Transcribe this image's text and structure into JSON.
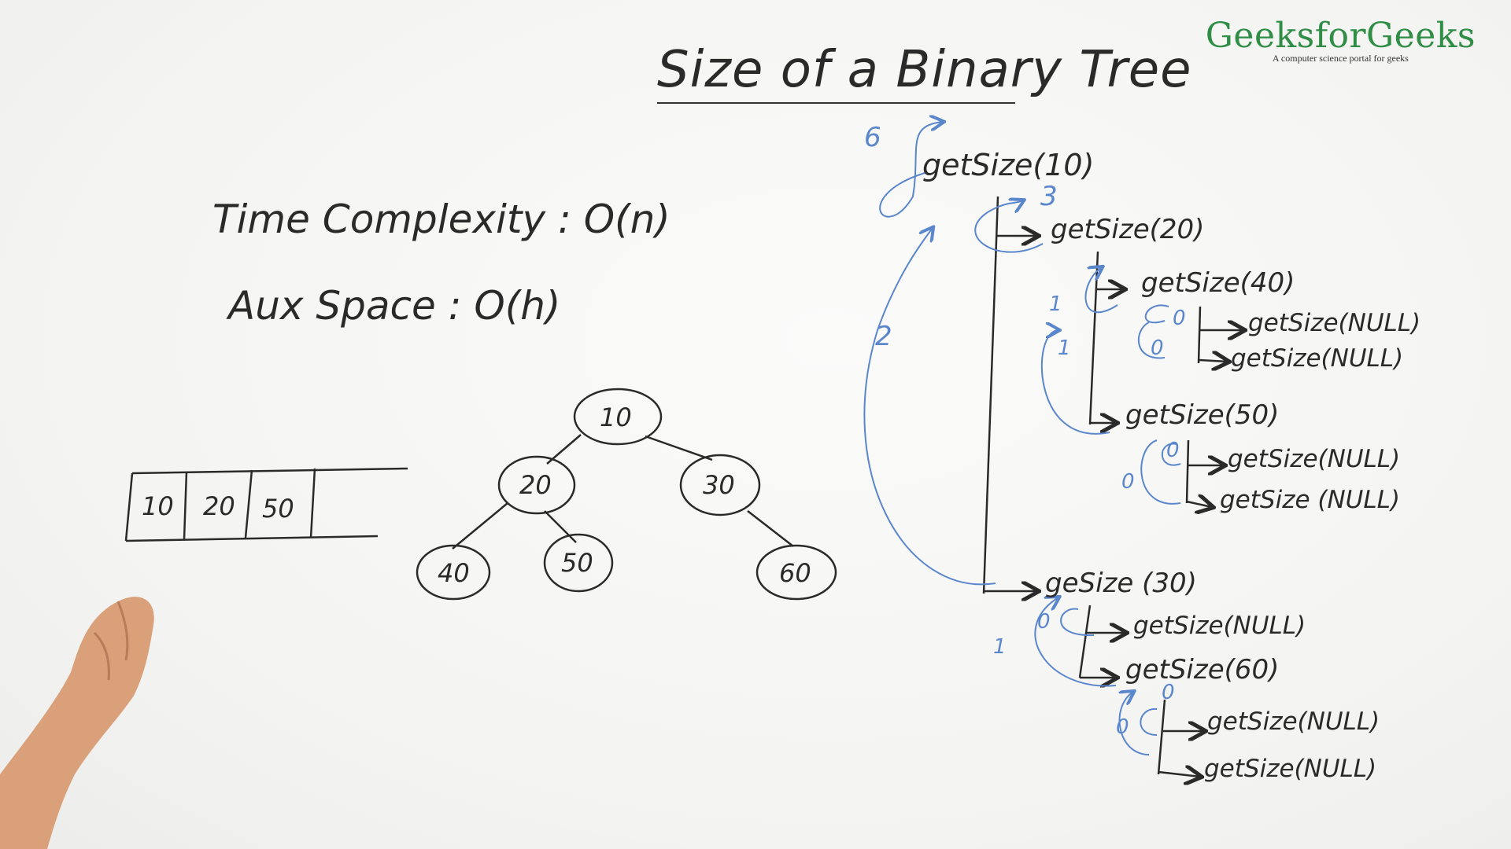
{
  "logo": {
    "title": "GeeksforGeeks",
    "subtitle": "A computer science portal for geeks"
  },
  "title": "Size of a Binary Tree",
  "complexity": {
    "time": "Time Complexity : O(n)",
    "space": "Aux Space : O(h)"
  },
  "queue": {
    "cells": [
      "10",
      "20",
      "50",
      ""
    ]
  },
  "tree": {
    "nodes": [
      {
        "id": "n10",
        "label": "10"
      },
      {
        "id": "n20",
        "label": "20"
      },
      {
        "id": "n30",
        "label": "30"
      },
      {
        "id": "n40",
        "label": "40"
      },
      {
        "id": "n50",
        "label": "50"
      },
      {
        "id": "n60",
        "label": "60"
      }
    ],
    "edges": [
      [
        "n10",
        "n20"
      ],
      [
        "n10",
        "n30"
      ],
      [
        "n20",
        "n40"
      ],
      [
        "n20",
        "n50"
      ],
      [
        "n30",
        "n60"
      ]
    ]
  },
  "calls": {
    "c10": "getSize(10)",
    "c20": "getSize(20)",
    "c40": "getSize(40)",
    "c40a": "getSize(NULL)",
    "c40b": "getSize(NULL)",
    "c50": "getSize(50)",
    "c50a": "getSize(NULL)",
    "c50b": "getSize (NULL)",
    "c30": "geSize (30)",
    "c30a": "getSize(NULL)",
    "c60": "getSize(60)",
    "c60a": "getSize(NULL)",
    "c60b": "getSize(NULL)"
  },
  "returns": {
    "r6": "6",
    "r3": "3",
    "r2": "2",
    "r40_1": "1",
    "r40_0a": "0",
    "r40_0b": "0",
    "r50_1": "1",
    "r50_0a": "0",
    "r50_0b": "0",
    "r30_1": "1",
    "r30_0": "0",
    "r60_0a": "0",
    "r60_0b": "0"
  }
}
